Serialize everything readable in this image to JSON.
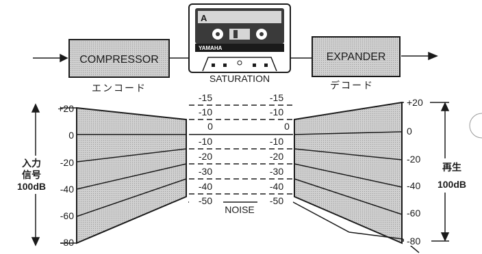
{
  "blocks": {
    "compressor": "COMPRESSOR",
    "expander": "EXPANDER",
    "encode": "エンコード",
    "decode": "デコード",
    "saturation": "SATURATION"
  },
  "cassette": {
    "side": "A",
    "brand": "YAMAHA"
  },
  "left_axis": {
    "ticks": [
      "+20",
      "0",
      "-20",
      "-40",
      "-60",
      "-80"
    ],
    "label_line1": "入力",
    "label_line2": "信号",
    "label_line3": "100dB"
  },
  "right_axis": {
    "ticks": [
      "+20",
      "0",
      "-20",
      "-40",
      "-60",
      "-80"
    ],
    "label_line1": "再生",
    "label_line2": "100dB"
  },
  "center_levels": {
    "upper": [
      "-15",
      "-10",
      "0"
    ],
    "lower": [
      "-10",
      "-20",
      "-30",
      "-40",
      "-50"
    ]
  },
  "noise_label": "NOISE"
}
